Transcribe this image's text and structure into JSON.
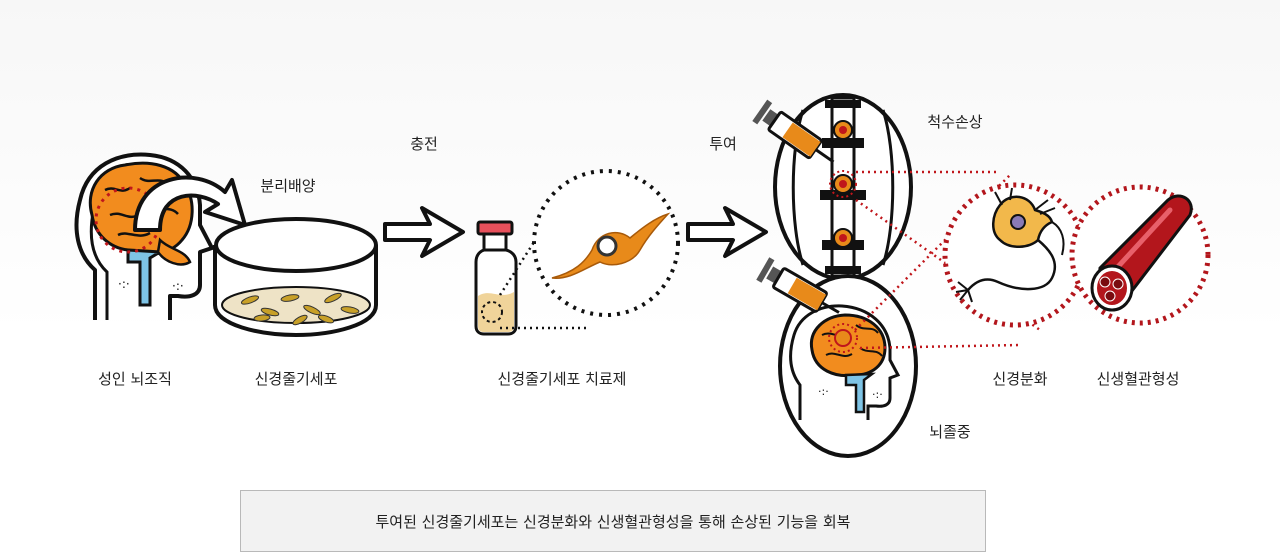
{
  "labels": {
    "adult_brain_tissue": "성인 뇌조직",
    "isolation_culture": "분리배양",
    "neural_stem_cell": "신경줄기세포",
    "filling": "충전",
    "nsc_therapeutic": "신경줄기세포 치료제",
    "administration": "투여",
    "spinal_cord_injury": "척수손상",
    "stroke": "뇌졸중",
    "neural_differentiation": "신경분화",
    "angiogenesis": "신생혈관형성"
  },
  "summary": "투여된 신경줄기세포는 신경분화와 신생혈관형성을 통해 손상된 기능을 회복",
  "colors": {
    "brain_orange": "#f28c1e",
    "accent_red": "#c0161b",
    "vessel_red": "#b3161c",
    "spinal_cord_blue": "#7ec4e6",
    "outline": "#111111"
  }
}
